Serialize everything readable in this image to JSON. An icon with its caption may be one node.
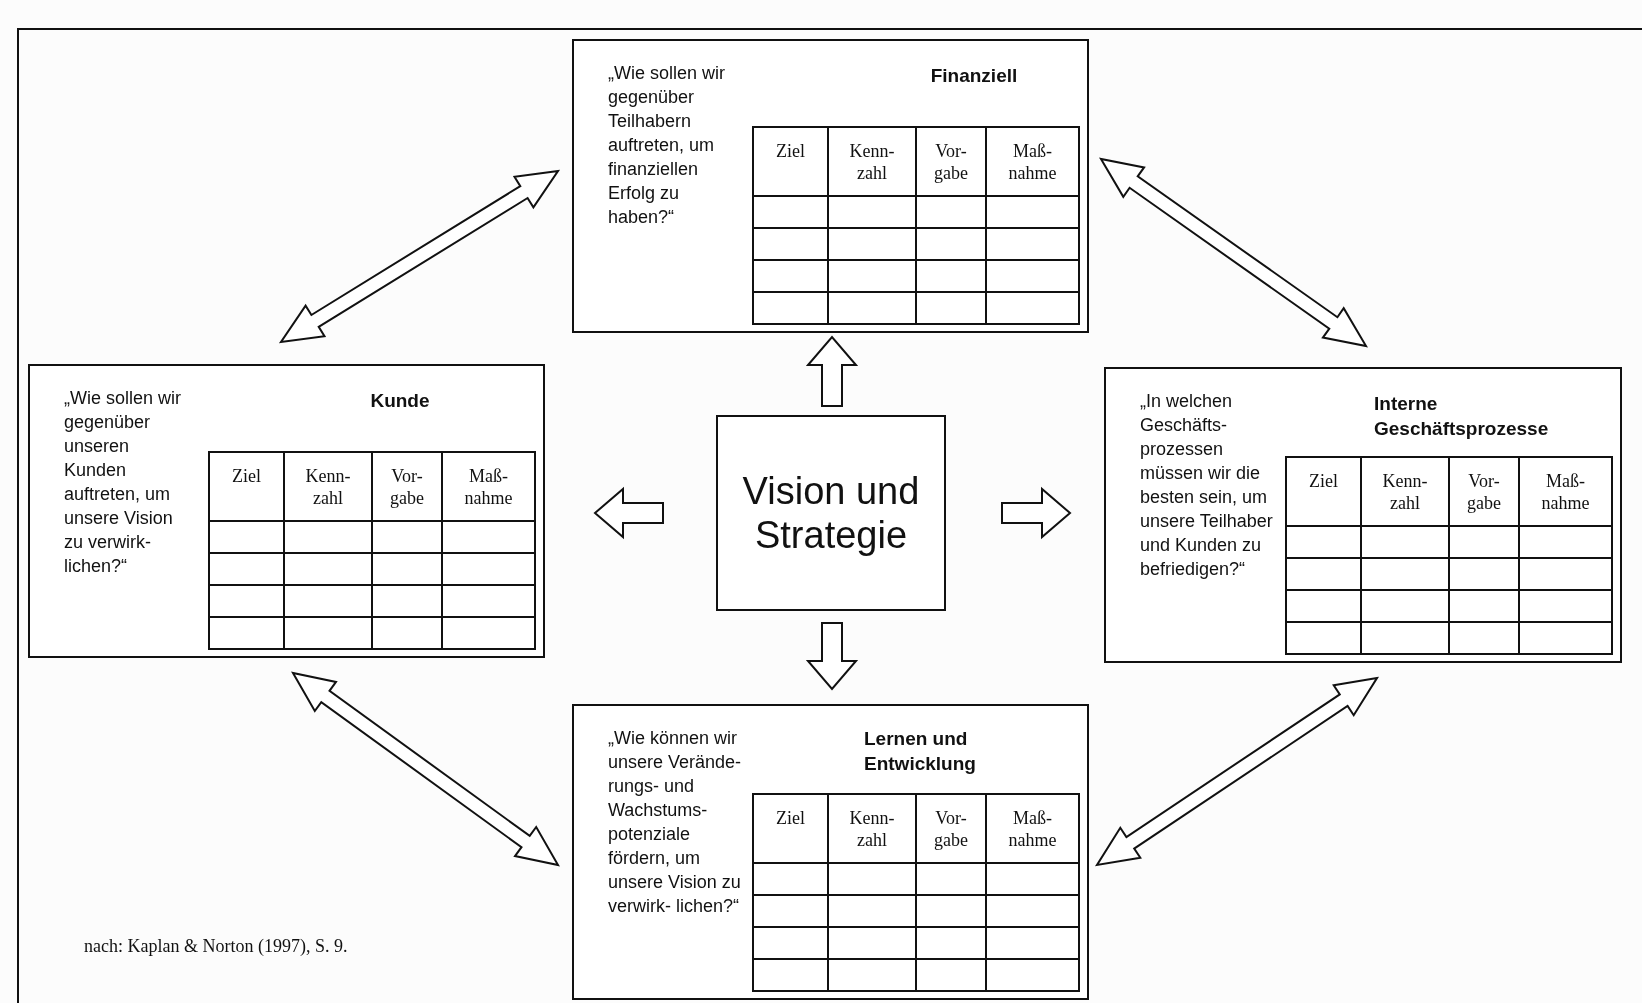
{
  "diagram": {
    "nodes": [
      {
        "text": [
          "„Wie sollen wir gegenüber Teilhabern auftreten, um finanziellen Erfolg zu haben?“",
          "Finanziell",
          "Ziel",
          "Kenn- zahl",
          "Vor- gabe",
          "Maß- nahme"
        ]
      },
      {
        "text": [
          "„Wie sollen wir gegenüber unseren Kunden auftreten, um unsere Vision zu verwirk- lichen?“",
          "Kunde",
          "Ziel",
          "Kenn- zahl",
          "Vor- gabe",
          "Maß- nahme"
        ]
      },
      {
        "text": [
          "Vision und Strategie"
        ]
      },
      {
        "text": [
          "„In welchen Geschäfts- prozessen müssen wir die besten sein, um unsere Teilhaber und Kunden zu befriedigen?“",
          "Interne Geschäftsprozesse",
          "Ziel",
          "Kenn- zahl",
          "Vor- gabe",
          "Maß- nahme"
        ]
      },
      {
        "text": [
          "„Wie können wir unsere Verände- rungs- und Wachstums- potenziale fördern, um unsere Vision zu verwirk- lichen?“",
          "Lernen und Entwicklung",
          "Ziel",
          "Kenn- zahl",
          "Vor- gabe",
          "Maß- nahme"
        ]
      }
    ],
    "edges": [
      {
        "from": 0,
        "to": 1,
        "arrow": "both"
      },
      {
        "from": 0,
        "to": 3,
        "arrow": "both"
      },
      {
        "from": 1,
        "to": 4,
        "arrow": "both"
      },
      {
        "from": 3,
        "to": 4,
        "arrow": "both"
      },
      {
        "from": 2,
        "to": 0,
        "arrow": "to"
      },
      {
        "from": 2,
        "to": 1,
        "arrow": "to"
      },
      {
        "from": 2,
        "to": 3,
        "arrow": "to"
      },
      {
        "from": 2,
        "to": 4,
        "arrow": "to"
      }
    ],
    "labels": [
      "nach: Kaplan & Norton (1997), S. 9."
    ]
  }
}
